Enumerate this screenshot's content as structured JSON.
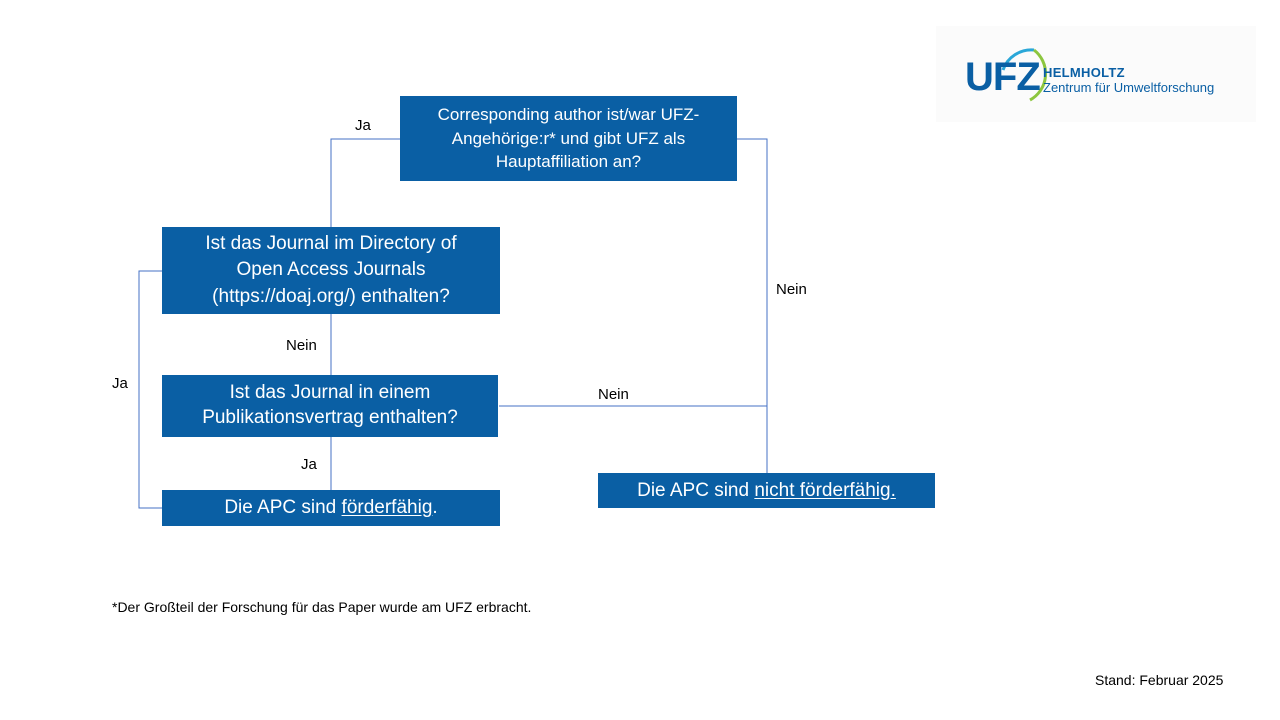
{
  "logo": {
    "wordmark": "UFZ",
    "organisation": "HELMHOLTZ",
    "subtitle": "Zentrum für Umweltforschung",
    "colors": {
      "blue": "#0a5fa4",
      "green": "#8cc63f",
      "cyan": "#2aa7d8"
    }
  },
  "boxes": {
    "corresponding_author": {
      "line1": "Corresponding author ist/war UFZ-",
      "line2": "Angehörige:r*  und gibt UFZ als",
      "line3": "Hauptaffiliation an?"
    },
    "doaj": {
      "line1": "Ist das Journal im Directory of",
      "line2": "Open Access Journals",
      "line3": "(https://doaj.org/)  enthalten?"
    },
    "publikationsvertrag": {
      "line1": "Ist das Journal in einem",
      "line2": "Publikationsvertrag  enthalten?"
    },
    "foerderfaehig": {
      "prefix": "Die APC sind ",
      "emphasis": "förderfähig",
      "suffix": "."
    },
    "nicht_foerderfaehig": {
      "prefix": "Die APC sind ",
      "emphasis": "nicht förderfähig."
    }
  },
  "edge_labels": {
    "ja_top": "Ja",
    "nein_right": "Nein",
    "nein_middle": "Nein",
    "ja_left": "Ja",
    "nein_horizontal": "Nein",
    "ja_bottom": "Ja"
  },
  "footnote": "*Der Großteil der Forschung für das Paper wurde am UFZ erbracht.",
  "stand": "Stand: Februar 2025",
  "colors": {
    "box_fill": "#0a5fa4",
    "connector": "#4472c4",
    "text_on_box": "#ffffff"
  }
}
